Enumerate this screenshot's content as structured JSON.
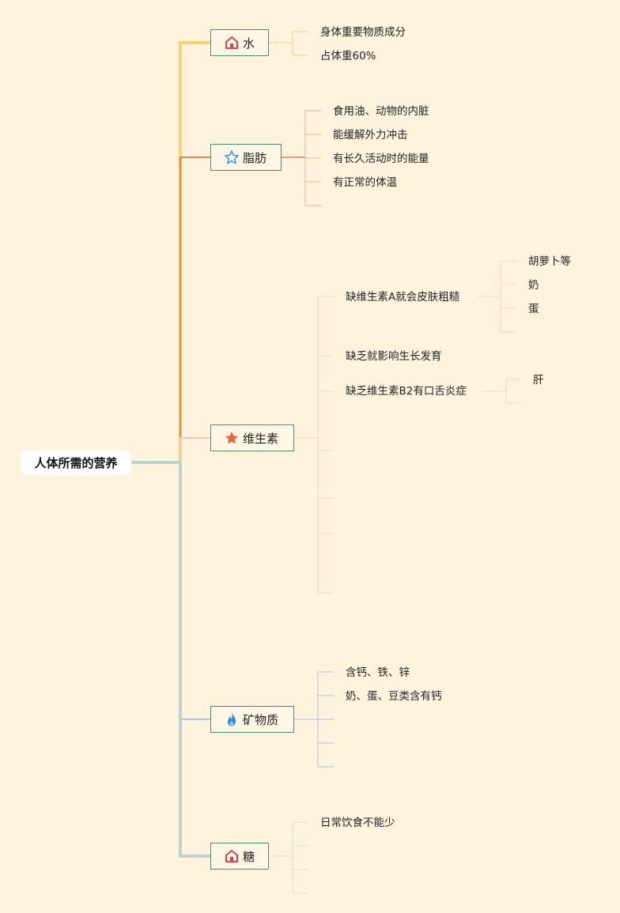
{
  "root": {
    "label": "人体所需的营养"
  },
  "topics": [
    {
      "label": "水",
      "icon": "house-icon",
      "children": [
        "身体重要物质成分",
        "占体重60%"
      ]
    },
    {
      "label": "脂肪",
      "icon": "star-outline-icon",
      "children": [
        "食用油、动物的内脏",
        "能缓解外力冲击",
        "有长久活动时的能量",
        "有正常的体温"
      ]
    },
    {
      "label": "维生素",
      "icon": "star-filled-icon",
      "children": [
        {
          "label": "缺维生素A就会皮肤粗糙",
          "children": [
            "胡萝卜等",
            "奶",
            "蛋"
          ]
        },
        {
          "label": "缺乏就影响生长发育"
        },
        {
          "label": "缺乏维生素B2有口舌炎症",
          "children": [
            "肝"
          ]
        }
      ]
    },
    {
      "label": "矿物质",
      "icon": "fire-icon",
      "children": [
        "含钙、铁、锌",
        "奶、蛋、豆类含有钙"
      ]
    },
    {
      "label": "糖",
      "icon": "house-icon",
      "children": [
        "日常饮食不能少"
      ]
    }
  ],
  "colors": {
    "background": "#fff3de",
    "water_branch": "#f7d27a",
    "fat_branch": "#e5834c",
    "vitamin_branch": "#f5c9b8",
    "mineral_branch": "#a9c6e4",
    "sugar_branch": "#bcd3cf",
    "house_icon": "#d8434f",
    "star_outline_icon": "#3b9bd8",
    "star_filled_icon": "#e4663d",
    "fire_icon": "#2f8ae0"
  }
}
